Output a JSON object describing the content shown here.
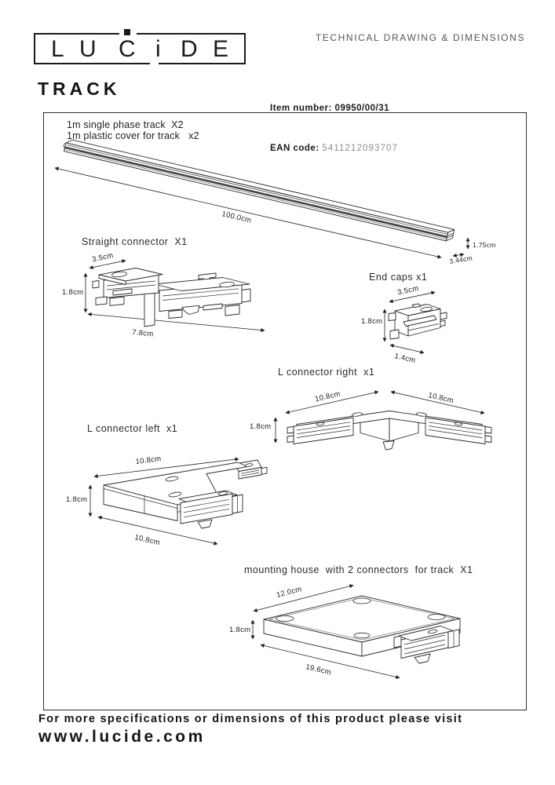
{
  "header": {
    "logo_letters": [
      "L",
      "U",
      "C",
      "i",
      "D",
      "E"
    ],
    "doc_type": "TECHNICAL DRAWING & DIMENSIONS",
    "product_title": "TRACK",
    "item_number_label": "Item number:",
    "item_number_value": "09950/00/31",
    "ean_label": "EAN code:",
    "ean_value": "5411212093707"
  },
  "parts": {
    "track": {
      "label_line1": "1m single phase track  X2",
      "label_line2": "1m plastic cover for track   x2",
      "dims": {
        "length": "100.0cm",
        "height": "1.75cm",
        "width": "3.44cm"
      }
    },
    "straight_connector": {
      "title": "Straight connector  X1",
      "dims": {
        "width": "3.5cm",
        "height": "1.8cm",
        "length": "7.8cm"
      }
    },
    "end_caps": {
      "title": "End caps x1",
      "dims": {
        "width": "3.5cm",
        "height": "1.8cm",
        "length": "1.4cm"
      }
    },
    "l_connector_right": {
      "title": "L connector right  x1",
      "dims": {
        "left": "10.8cm",
        "right": "10.8cm",
        "height": "1.8cm"
      }
    },
    "l_connector_left": {
      "title": "L connector left  x1",
      "dims": {
        "top": "10.8cm",
        "height": "1.8cm",
        "bottom": "10.8cm"
      }
    },
    "mounting_house": {
      "title": "mounting house  with 2 connectors  for track  X1",
      "dims": {
        "top": "12.0cm",
        "height": "1.8cm",
        "bottom": "19.6cm"
      }
    }
  },
  "footer": {
    "line1": "For more specifications or dimensions of this product please visit",
    "line2": "www.lucide.com"
  },
  "colors": {
    "ink": "#1c1c1c",
    "line": "#2a2a2a",
    "muted_header": "#565656",
    "ean_value": "#8d8d8d",
    "track_stripe": "#434343"
  }
}
